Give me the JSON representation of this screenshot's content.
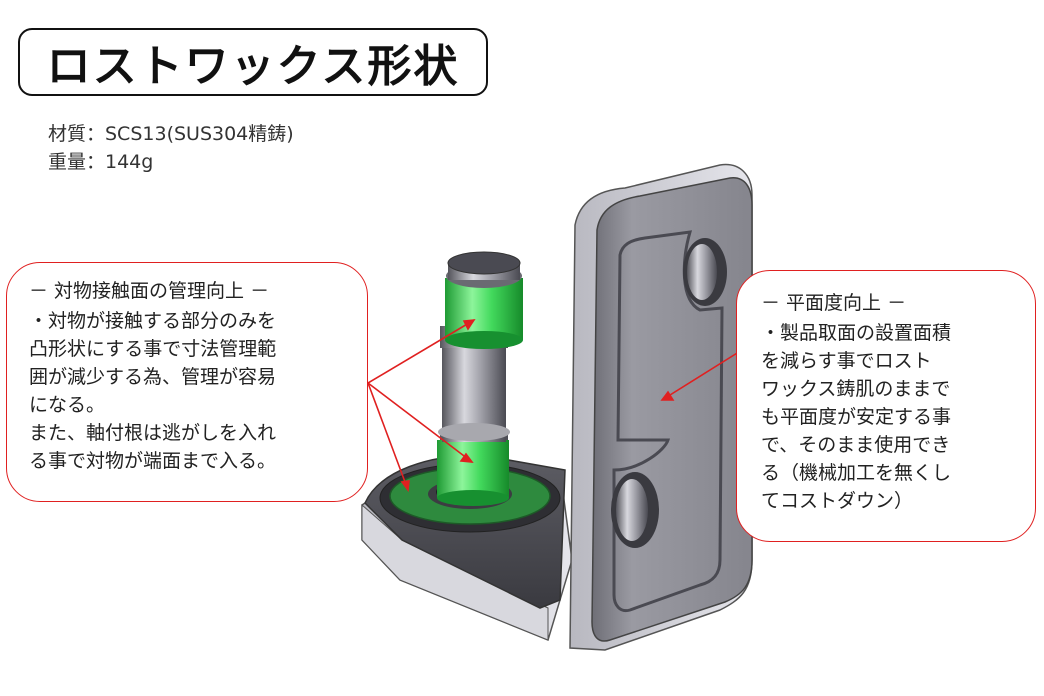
{
  "title": "ロストワックス形状",
  "specs": {
    "material": "材質：SCS13(SUS304精鋳)",
    "weight": "重量：144g"
  },
  "callout_left": {
    "heading": "－ 対物接触面の管理向上 －",
    "body": "・対物が接触する部分のみを\n凸形状にする事で寸法管理範\n囲が減少する為、管理が容易\nになる。\nまた、軸付根は逃がしを入れ\nる事で対物が端面まで入る。"
  },
  "callout_right": {
    "heading": "－ 平面度向上 －",
    "body": "・製品取面の設置面積\nを減らす事でロスト\nワックス鋳肌のままで\nも平面度が安定する事\nで、そのまま使用でき\nる（機械加工を無くし\nてコストダウン）"
  },
  "colors": {
    "callout_border": "#e02020",
    "arrow": "#e02020",
    "highlight_green": "#3fd85a",
    "metal": "#a8a8ae"
  }
}
